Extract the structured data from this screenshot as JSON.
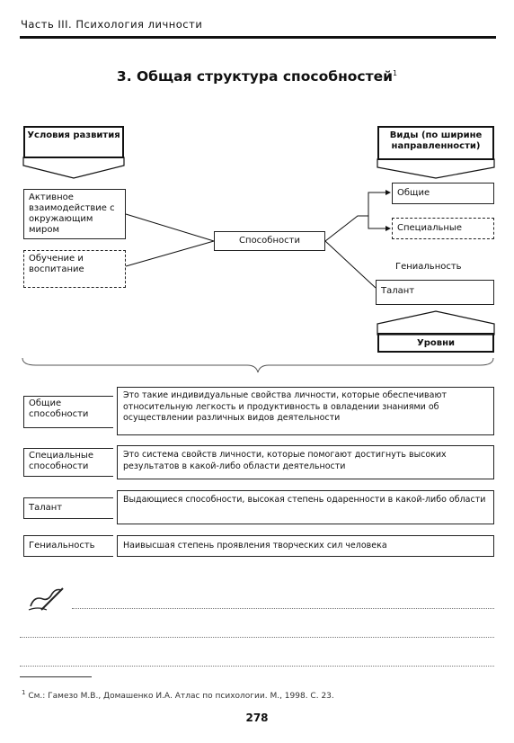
{
  "header": {
    "running_title": "Часть III. Психология личности"
  },
  "title": {
    "text": "3. Общая структура способностей",
    "footnote_mark": "1"
  },
  "diagram": {
    "conditions_header": "Условия развития",
    "condition_1": "Активное взаимодействие с окружающим миром",
    "condition_2": "Обучение и воспитание",
    "center": "Способности",
    "types_header": "Виды (по ширине направленности)",
    "type_1": "Общие",
    "type_2": "Специальные",
    "level_1": "Гениальность",
    "level_2": "Талант",
    "levels_header": "Уровни"
  },
  "definitions": [
    {
      "term": "Общие способности",
      "text": "Это такие индивидуальные свойства личности, которые обеспечивают относительную легкость и продуктивность в овладении знаниями об осуществлении различных видов деятельности"
    },
    {
      "term": "Специальные способности",
      "text": "Это система свойств личности, которые помогают достигнуть высоких результатов в какой-либо области деятельности"
    },
    {
      "term": "Талант",
      "text": "Выдающиеся способности, высокая степень одаренности в какой-либо области"
    },
    {
      "term": "Гениальность",
      "text": "Наивысшая степень проявления творческих сил человека"
    }
  ],
  "footnote": {
    "mark": "1",
    "text": "См.: Гамезо М.В., Домашенко И.А. Атлас по психологии. М., 1998. С. 23."
  },
  "page_number": "278"
}
